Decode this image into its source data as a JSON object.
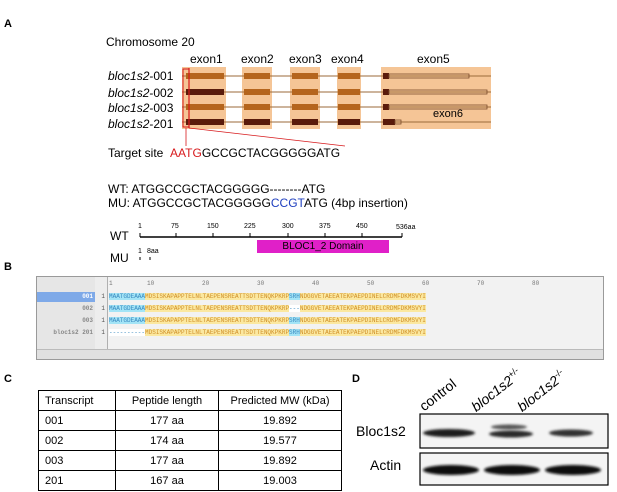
{
  "panels": {
    "a": "A",
    "b": "B",
    "c": "C",
    "d": "D"
  },
  "panel_a": {
    "chromosome": "Chromosome 20",
    "exons": [
      "exon1",
      "exon2",
      "exon3",
      "exon4",
      "exon5"
    ],
    "exon6": "exon6",
    "transcripts": [
      "bloc1s2",
      "bloc1s2",
      "bloc1s2",
      "bloc1s2"
    ],
    "transcript_ids": [
      "-001",
      "-002",
      "-003",
      "-201"
    ],
    "target_site": {
      "label": "Target site",
      "prefix": "A",
      "codon": "ATG",
      "rest": "GCCGCTACGGGGGATG"
    },
    "wt_seq": "WT: ATGGCCGCTACGGGGG--------ATG",
    "mu_seq": {
      "prefix": "MU: ATGGCCGCTACGGGGG",
      "insert": "CCGT",
      "suffix": "ATG (4bp insertion)"
    },
    "protein": {
      "wt_label": "WT",
      "mu_label": "MU",
      "ticks": [
        "1",
        "75",
        "150",
        "225",
        "300",
        "375",
        "450",
        "536aa"
      ],
      "domain": "BLOC1_2 Domain",
      "mu_ticks": [
        "1",
        "8aa"
      ]
    },
    "colors": {
      "exon_band": "#f5c596",
      "exon_block": "#b5651d",
      "exon_dark": "#5a1b0b",
      "target_red": "#d7191c",
      "insert_blue": "#1f3fbf",
      "domain": "#e020c8"
    }
  },
  "panel_b": {
    "ruler": [
      "1",
      "10",
      "20",
      "30",
      "40",
      "50",
      "60",
      "70",
      "80"
    ],
    "rows": [
      {
        "name": "001",
        "num": "1",
        "pre": "MAATGDEAAA",
        "seq": "MDSISKAPAPPTELNLTAEPENSREATTSDTTENQKPKRP",
        "ins": "SRH",
        "seq2": "NDGGVETAEEATEKPAEPDINELCRDMFDKMSVYI",
        "selected": true
      },
      {
        "name": "002",
        "num": "1",
        "pre": "MAATGDEAAA",
        "seq": "MDSISKAPAPPTELNLTAEPENSREATTSDTTENQKPKRP",
        "ins": "---",
        "seq2": "NDGGVETAEEATEKPAEPDINELCRDMFDKMSVYI",
        "selected": false
      },
      {
        "name": "003",
        "num": "1",
        "pre": "MAATGDEAAA",
        "seq": "MDSISKAPAPPTELNLTAEPENSREATTSDTTENQKPKRP",
        "ins": "SRH",
        "seq2": "NDGGVETAEEATEKPAEPDINELCRDMFDKMSVYI",
        "selected": false
      },
      {
        "name": "bloc1s2 201",
        "num": "1",
        "pre": "----------",
        "seq": "MDSISKAPAPPTELNLTAEPENSREATTSDTTENQKPKRP",
        "ins": "SRH",
        "seq2": "NDGGVETAEEATEKPAEPDINELCRDMFDKMSVYI",
        "selected": false
      }
    ]
  },
  "panel_c": {
    "headers": [
      "Transcript",
      "Peptide length",
      "Predicted MW (kDa)"
    ],
    "rows": [
      [
        "001",
        "177 aa",
        "19.892"
      ],
      [
        "002",
        "174 aa",
        "19.577"
      ],
      [
        "003",
        "177 aa",
        "19.892"
      ],
      [
        "201",
        "167 aa",
        "19.003"
      ]
    ]
  },
  "panel_d": {
    "lanes": [
      "control",
      "bloc1s2",
      "bloc1s2"
    ],
    "lane_sups": [
      "",
      "+/-",
      "-/-"
    ],
    "bands": [
      "Bloc1s2",
      "Actin"
    ]
  }
}
